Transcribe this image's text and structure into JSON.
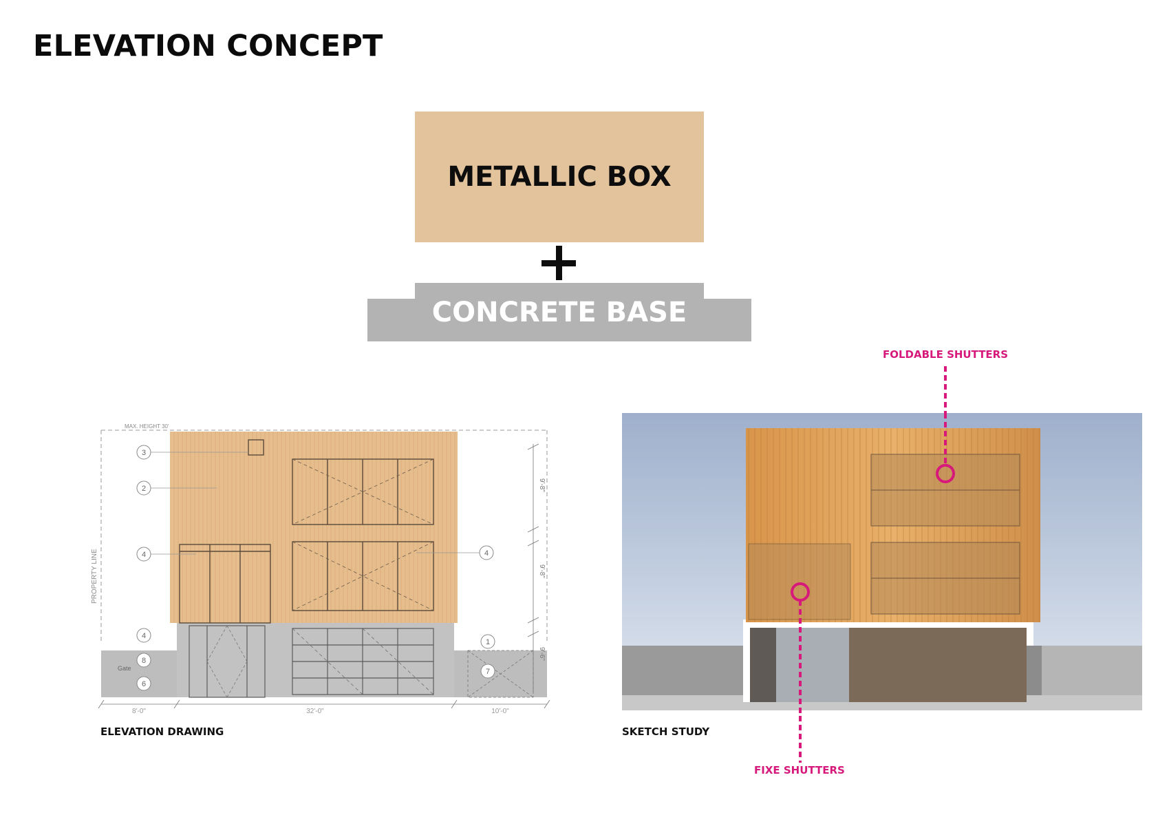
{
  "title": "ELEVATION CONCEPT",
  "concept": {
    "top_box_label": "METALLIC BOX",
    "base_label": "CONCRETE BASE",
    "plus_symbol": "+"
  },
  "drawing": {
    "caption": "ELEVATION DRAWING",
    "max_height_label": "MAX. HEIGHT 30'",
    "property_line_label": "PROPERTY LINE",
    "gate_label": "Gate",
    "callouts": [
      "3",
      "2",
      "4",
      "4",
      "4",
      "8",
      "6",
      "7",
      "1"
    ],
    "height_dims": [
      "9'-8\"",
      "9'-8\"",
      "9'-6\""
    ],
    "width_dims": [
      "8'-0\"",
      "32'-0\"",
      "10'-0\""
    ]
  },
  "sketch": {
    "caption": "SKETCH STUDY",
    "annotation_top": "FOLDABLE SHUTTERS",
    "annotation_bottom": "FIXE SHUTTERS"
  },
  "colors": {
    "metallic": "#e3c39b",
    "concrete": "#b3b3b3",
    "annotation": "#d6197a",
    "sky": "#a9b8d0",
    "wood": "#dca05a"
  }
}
